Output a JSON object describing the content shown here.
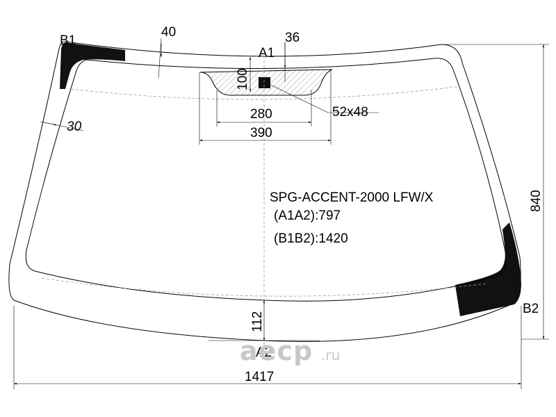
{
  "labels": {
    "b1": "B1",
    "b2": "B2",
    "a1": "A1",
    "a2": "A2"
  },
  "dimensions": {
    "top_offset": "40",
    "sensor_offset": "36",
    "sensor_height": "100",
    "side_offset": "30",
    "bracket_inner_width": "280",
    "bracket_outer_width": "390",
    "sensor_size": "52x48",
    "total_height": "840",
    "bottom_offset": "112",
    "total_width": "1417"
  },
  "info": {
    "part_number": "SPG-ACCENT-2000 LFW/X",
    "a1a2": "(A1A2):797",
    "b1b2": "(B1B2):1420"
  },
  "watermark": {
    "brand": "aеcp",
    "domain": ".ru"
  }
}
